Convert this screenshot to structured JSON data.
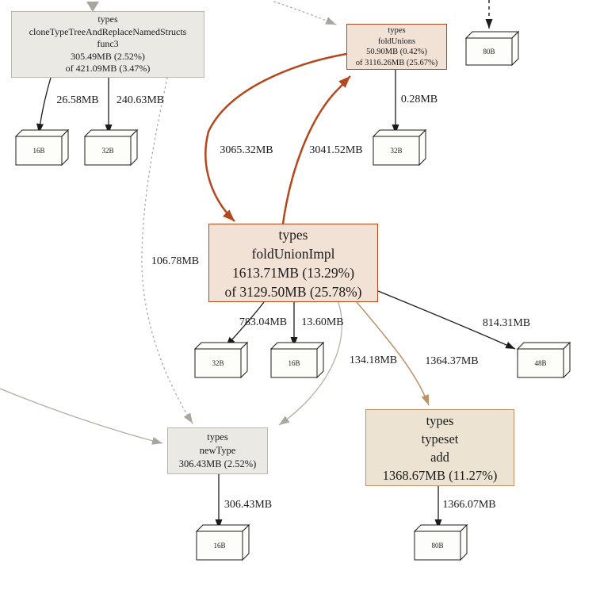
{
  "diagram": {
    "type": "memory-profile-callgraph",
    "nodes": {
      "clone": {
        "lines": [
          "types",
          "cloneTypeTreeAndReplaceNamedStructs",
          "func3",
          "305.49MB (2.52%)",
          "of 421.09MB (3.47%)"
        ]
      },
      "fold_unions": {
        "lines": [
          "types",
          "foldUnions",
          "50.90MB (0.42%)",
          "of 3116.26MB (25.67%)"
        ]
      },
      "fold_union_impl": {
        "lines": [
          "types",
          "foldUnionImpl",
          "1613.71MB (13.29%)",
          "of 3129.50MB (25.78%)"
        ]
      },
      "new_type": {
        "lines": [
          "types",
          "newType",
          "306.43MB (2.52%)"
        ]
      },
      "typeset_add": {
        "lines": [
          "types",
          "typeset",
          "add",
          "1368.67MB (11.27%)"
        ]
      }
    },
    "leaves": {
      "top80": "80B",
      "l16": "16B",
      "l32": "32B",
      "u32": "32B",
      "m32": "32B",
      "m16": "16B",
      "r48": "48B",
      "b16": "16B",
      "b80": "80B"
    },
    "edge_labels": {
      "clone_to_16b": "26.58MB",
      "clone_to_32b": "240.63MB",
      "foldunions_to_32b": "0.28MB",
      "foldunions_to_impl": "3065.32MB",
      "impl_to_foldunions": "3041.52MB",
      "clone_to_newtype": "106.78MB",
      "impl_to_32b": "783.04MB",
      "impl_to_16b": "13.60MB",
      "impl_to_48b": "814.31MB",
      "impl_to_newtype": "134.18MB",
      "impl_to_typeset": "1364.37MB",
      "newtype_to_16b": "306.43MB",
      "typeset_to_80b": "1366.07MB"
    },
    "colors": {
      "hot_edge": "#b5471d",
      "hot_fill": "#f2e1d5",
      "warm_edge": "#bd9268",
      "warm_fill": "#ece3d3",
      "gray_edge": "#a8a69d",
      "gray_fill": "#eae9e4",
      "black_edge": "#1b1b1b",
      "box_fill": "#fdfdfa"
    }
  }
}
